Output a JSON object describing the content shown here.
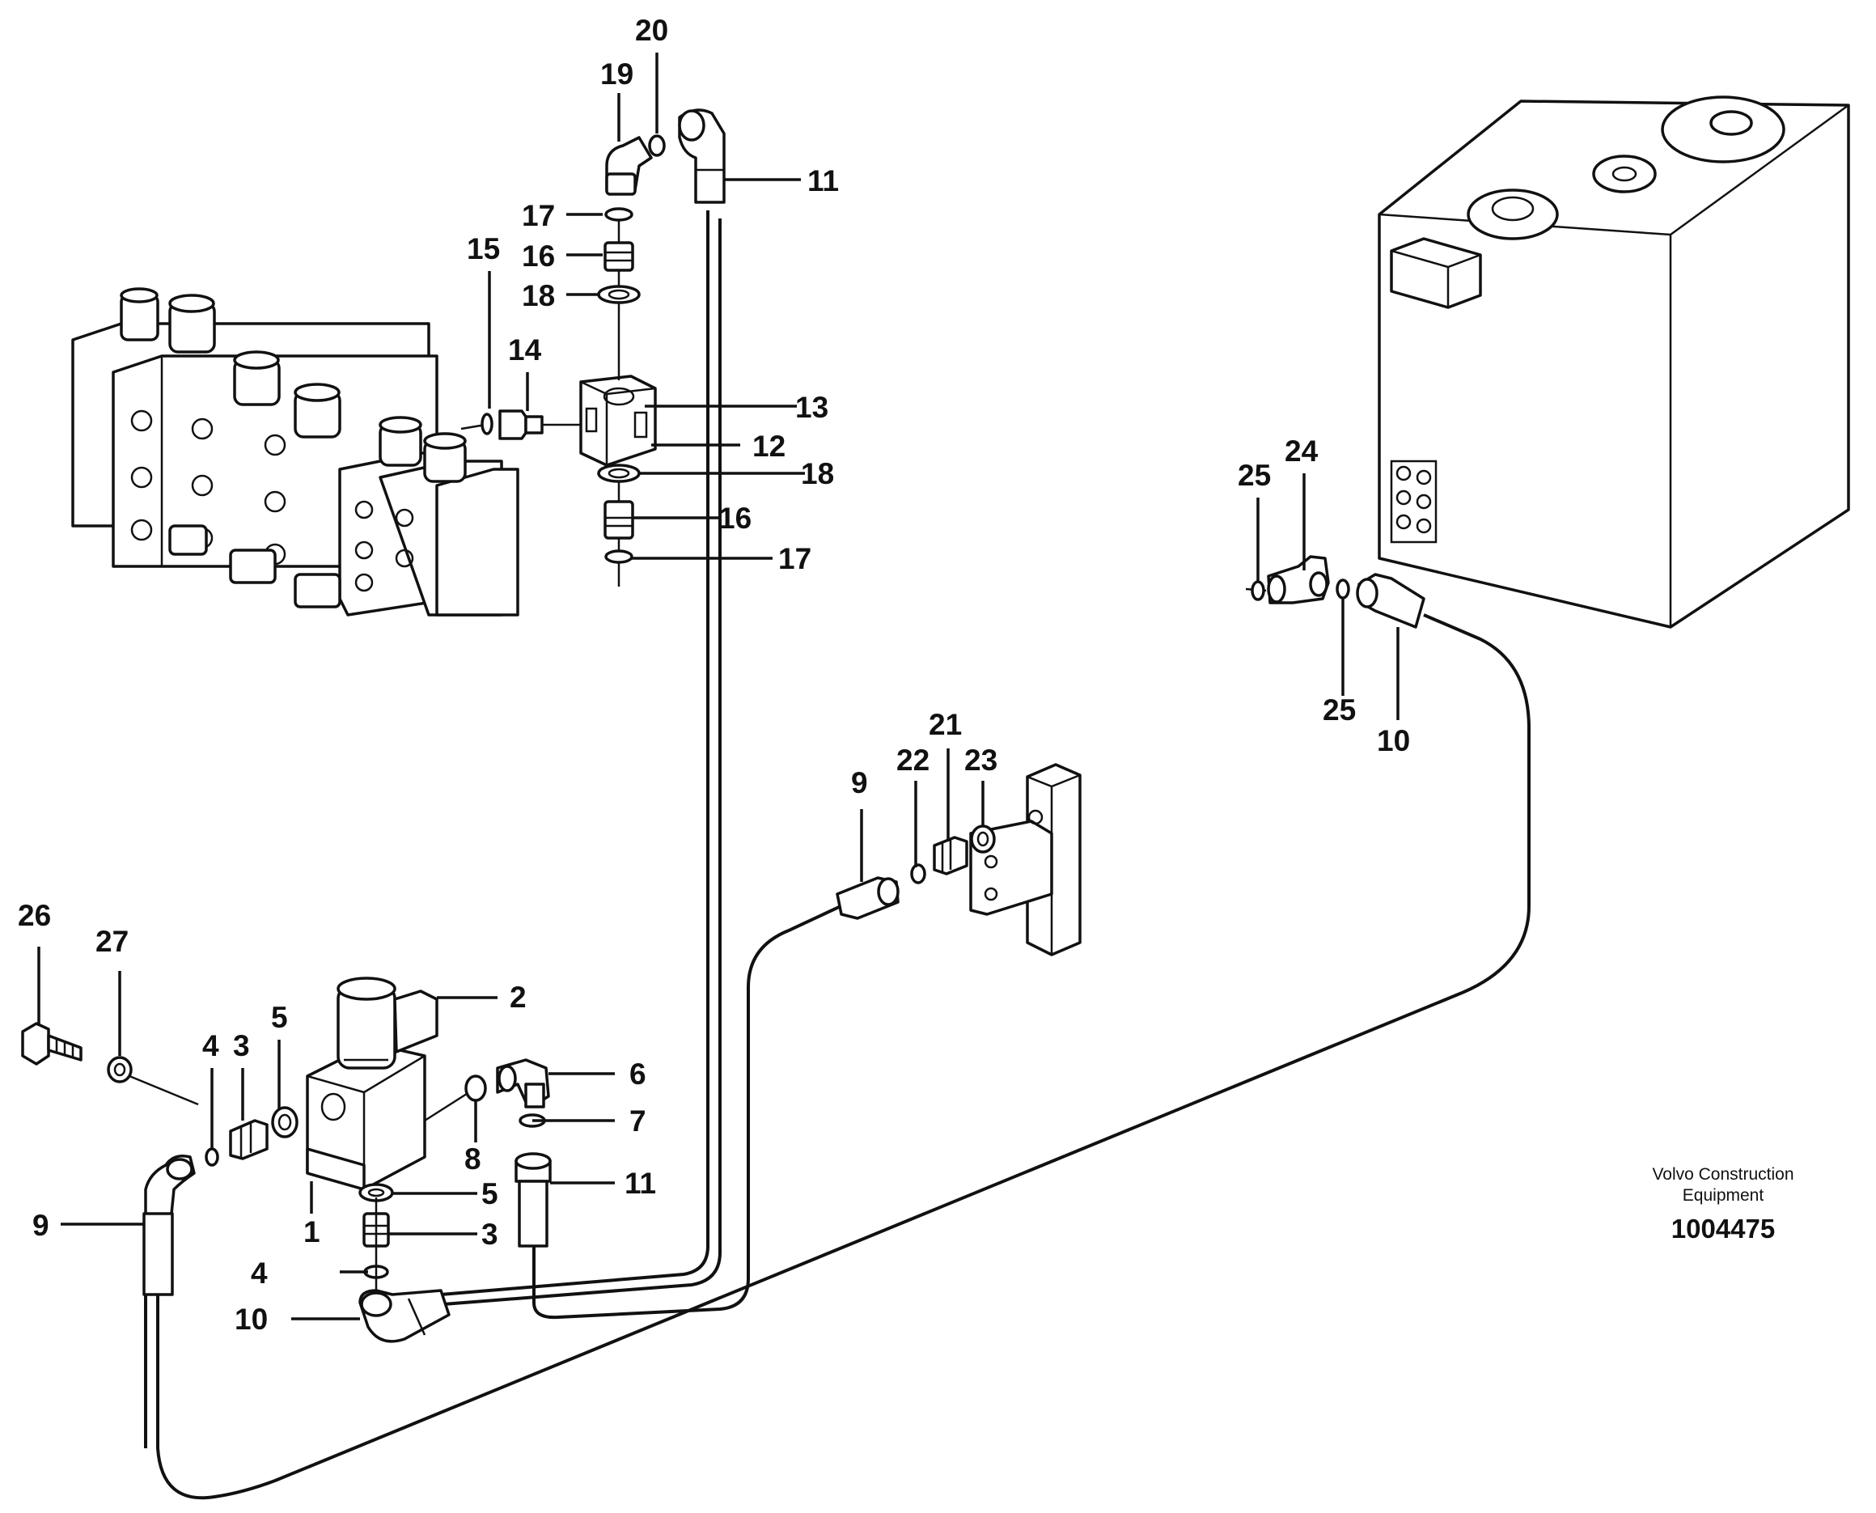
{
  "callouts": {
    "n1": "1",
    "n2": "2",
    "n3a": "3",
    "n3b": "3",
    "n4a": "4",
    "n4b": "4",
    "n5a": "5",
    "n5b": "5",
    "n6": "6",
    "n7": "7",
    "n8": "8",
    "n9a": "9",
    "n9b": "9",
    "n10a": "10",
    "n10b": "10",
    "n11a": "11",
    "n11b": "11",
    "n12": "12",
    "n13": "13",
    "n14": "14",
    "n15": "15",
    "n16a": "16",
    "n16b": "16",
    "n17a": "17",
    "n17b": "17",
    "n18a": "18",
    "n18b": "18",
    "n19": "19",
    "n20": "20",
    "n21": "21",
    "n22": "22",
    "n23": "23",
    "n24": "24",
    "n25a": "25",
    "n25b": "25",
    "n26": "26",
    "n27": "27"
  },
  "credit": {
    "line1": "Volvo Construction",
    "line2": "Equipment",
    "number": "1004475"
  }
}
